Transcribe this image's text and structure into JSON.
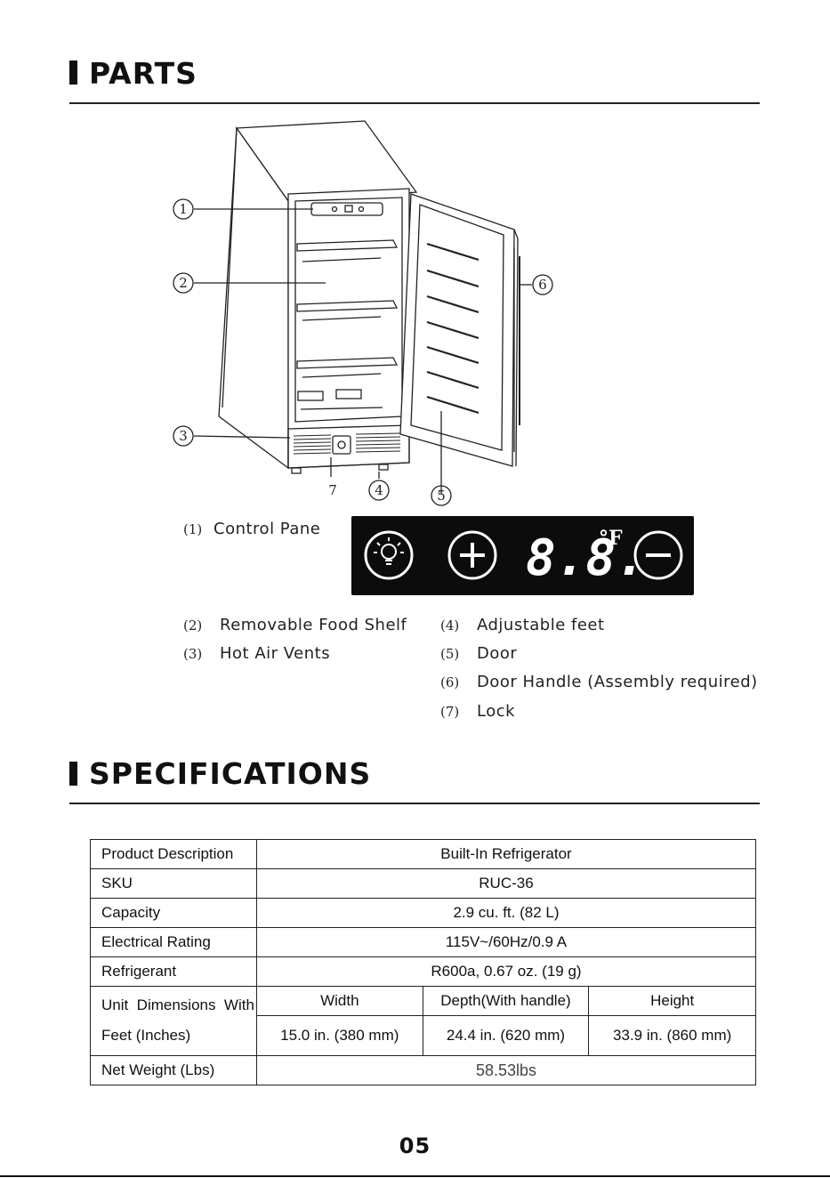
{
  "parts": {
    "title": "PARTS",
    "callouts": [
      "1",
      "2",
      "3",
      "7",
      "4",
      "5",
      "6"
    ],
    "items": [
      {
        "num": "(1)",
        "label": "Control Pane"
      },
      {
        "num": "(2)",
        "label": "Removable Food Shelf"
      },
      {
        "num": "(3)",
        "label": "Hot Air Vents"
      },
      {
        "num": "(4)",
        "label": "Adjustable feet"
      },
      {
        "num": "(5)",
        "label": "Door"
      },
      {
        "num": "(6)",
        "label": "Door Handle (Assembly required)"
      },
      {
        "num": "(7)",
        "label": "Lock"
      }
    ],
    "panel": {
      "display": "8.8.",
      "unit": "°F",
      "icons": [
        "light-icon",
        "plus-icon",
        "minus-icon"
      ]
    }
  },
  "specifications": {
    "title": "SPECIFICATIONS",
    "rows": [
      {
        "label": "Product Description",
        "value": "Built-In Refrigerator"
      },
      {
        "label": "SKU",
        "value": "RUC-36"
      },
      {
        "label": "Capacity",
        "value": "2.9 cu. ft. (82 L)"
      },
      {
        "label": "Electrical Rating",
        "value": "115V~/60Hz/0.9 A"
      },
      {
        "label": "Refrigerant",
        "value": "R600a, 0.67 oz. (19 g)"
      }
    ],
    "dimensions": {
      "label_line1": "Unit  Dimensions  With",
      "label_line2": "Feet (Inches)",
      "headers": [
        "Width",
        "Depth(With handle)",
        "Height"
      ],
      "values": [
        "15.0 in. (380 mm)",
        "24.4 in. (620 mm)",
        "33.9 in. (860 mm)"
      ]
    },
    "net_weight": {
      "label": "Net Weight (Lbs)",
      "value": "58.53lbs"
    }
  },
  "page_number": "05"
}
